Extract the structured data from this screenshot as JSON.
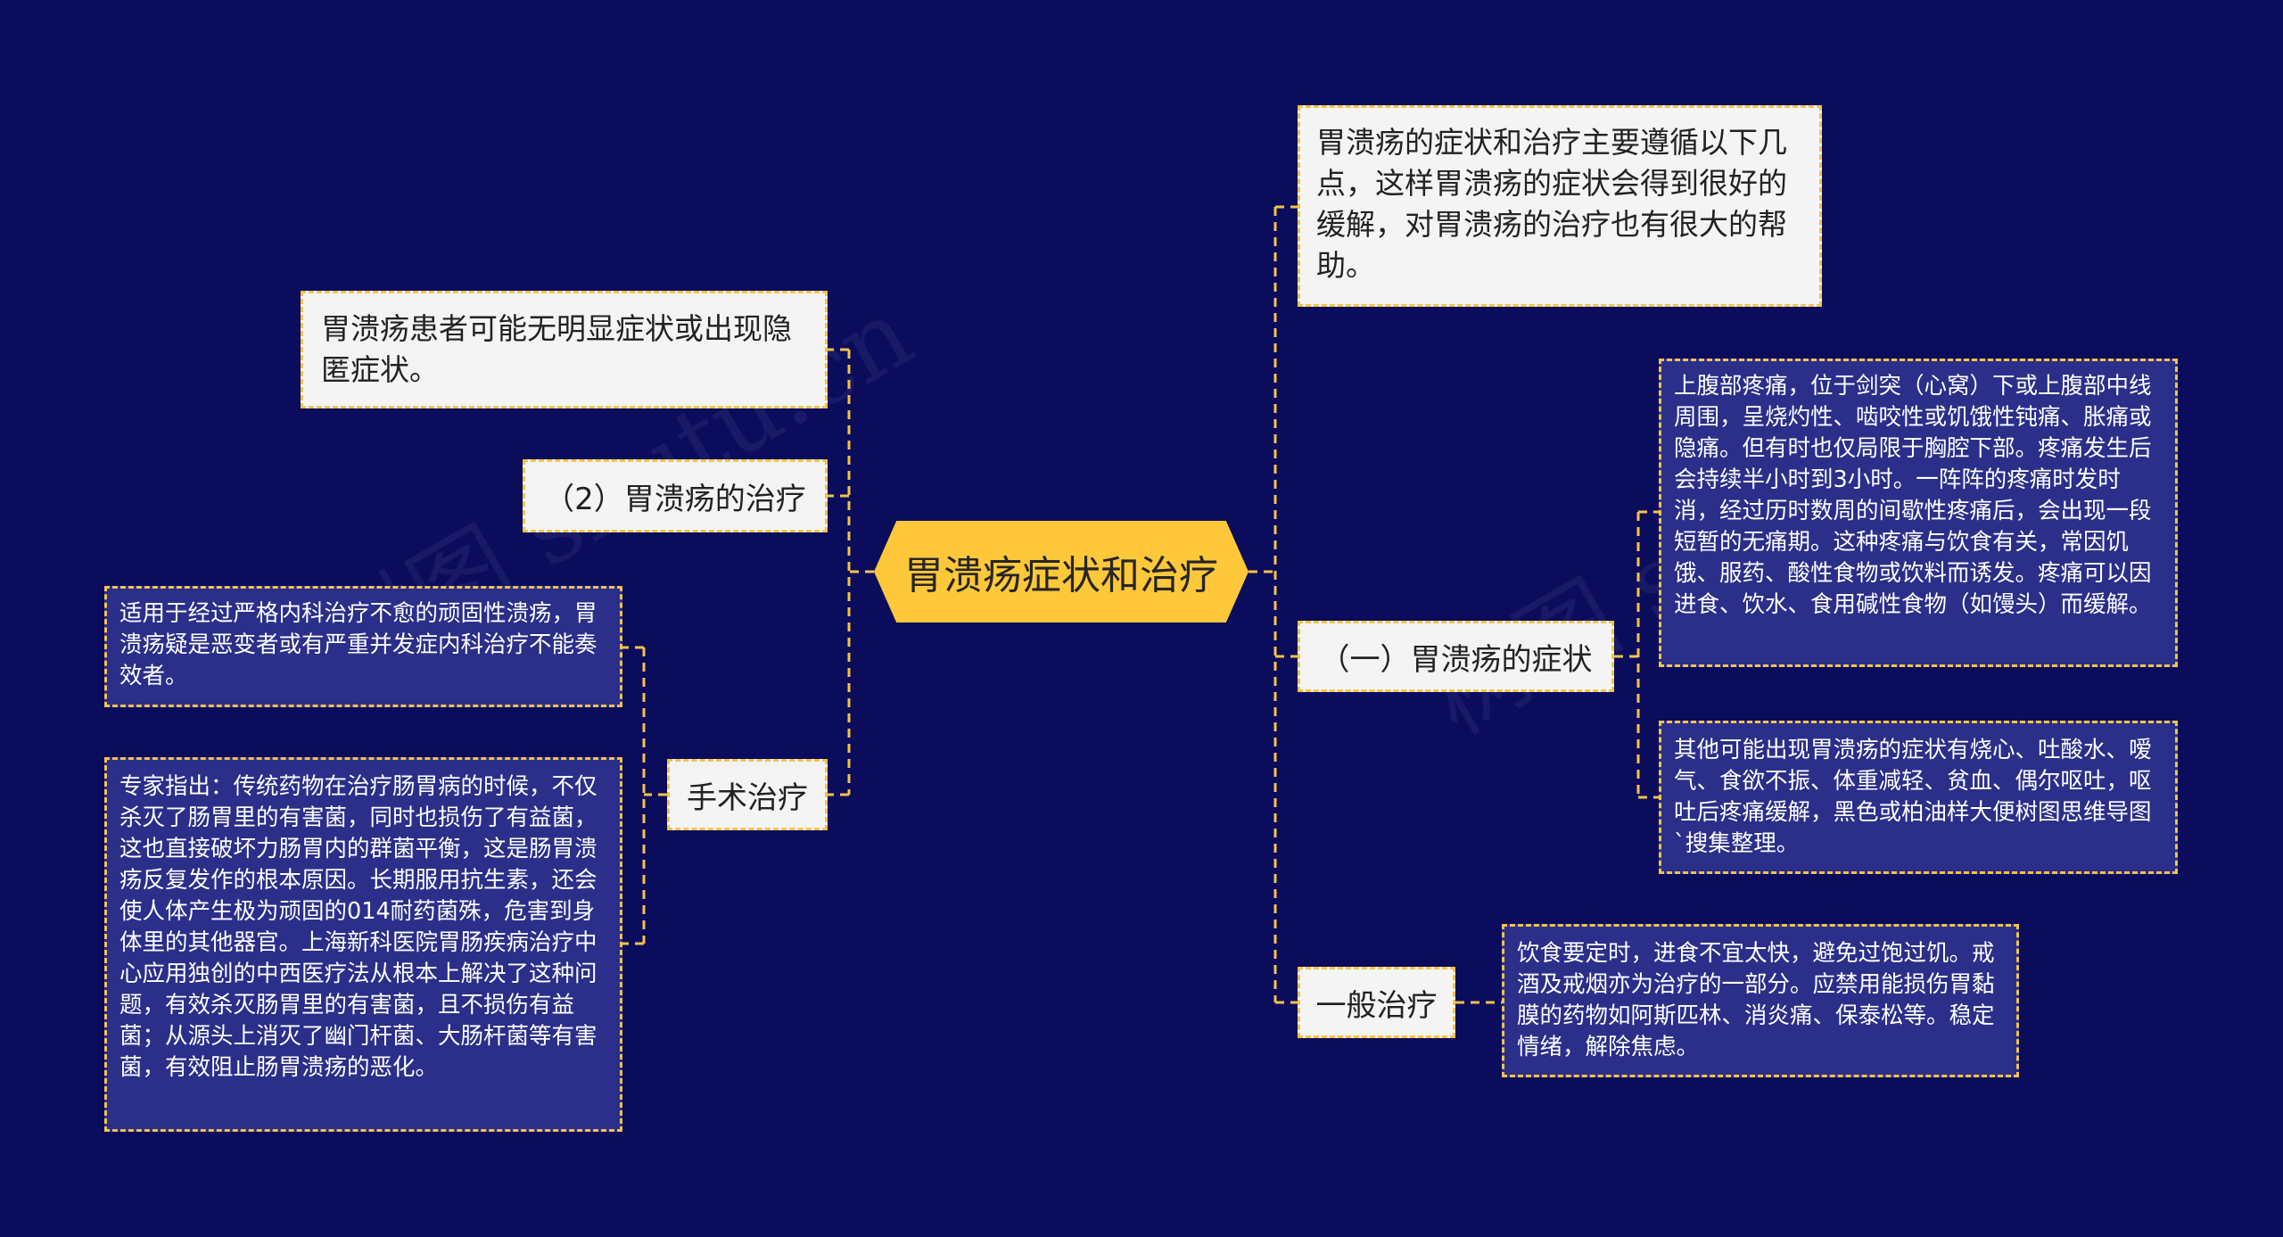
{
  "root": {
    "label": "胃溃疡症状和治疗"
  },
  "watermark": "树图 shutu.cn",
  "colors": {
    "background": "#0b0c5c",
    "root": "#ffc83a",
    "connector": "#f5c24a",
    "light_node": "#f4f4f4",
    "dark_node": "#2b2f8a"
  },
  "right": {
    "intro": "胃溃疡的症状和治疗主要遵循以下几点，这样胃溃疡的症状会得到很好的缓解，对胃溃疡的治疗也有很大的帮助。",
    "symptoms": {
      "label": "（一）胃溃疡的症状",
      "detail1": "上腹部疼痛，位于剑突（心窝）下或上腹部中线周围，呈烧灼性、啮咬性或饥饿性钝痛、胀痛或隐痛。但有时也仅局限于胸腔下部。疼痛发生后会持续半小时到3小时。一阵阵的疼痛时发时消，经过历时数周的间歇性疼痛后，会出现一段短暂的无痛期。这种疼痛与饮食有关，常因饥饿、服药、酸性食物或饮料而诱发。疼痛可以因进食、饮水、食用碱性食物（如馒头）而缓解。",
      "detail2": "其他可能出现胃溃疡的症状有烧心、吐酸水、嗳气、食欲不振、体重减轻、贫血、偶尔呕吐，呕吐后疼痛缓解，黑色或柏油样大便树图思维导图`搜集整理。"
    },
    "general": {
      "label": "一般治疗",
      "detail": "饮食要定时，进食不宜太快，避免过饱过饥。戒酒及戒烟亦为治疗的一部分。应禁用能损伤胃黏膜的药物如阿斯匹林、消炎痛、保泰松等。稳定情绪，解除焦虑。"
    }
  },
  "left": {
    "asymptomatic": "胃溃疡患者可能无明显症状或出现隐匿症状。",
    "treatment": {
      "label": "（2）胃溃疡的治疗"
    },
    "surgery": {
      "label": "手术治疗",
      "detail1": "适用于经过严格内科治疗不愈的顽固性溃疡，胃溃疡疑是恶变者或有严重并发症内科治疗不能奏效者。",
      "detail2": "专家指出：传统药物在治疗肠胃病的时候，不仅杀灭了肠胃里的有害菌，同时也损伤了有益菌，这也直接破坏力肠胃内的群菌平衡，这是肠胃溃疡反复发作的根本原因。长期服用抗生素，还会使人体产生极为顽固的014耐药菌殊，危害到身体里的其他器官。上海新科医院胃肠疾病治疗中心应用独创的中西医疗法从根本上解决了这种问题，有效杀灭肠胃里的有害菌，且不损伤有益菌；从源头上消灭了幽门杆菌、大肠杆菌等有害菌，有效阻止肠胃溃疡的恶化。"
    }
  }
}
